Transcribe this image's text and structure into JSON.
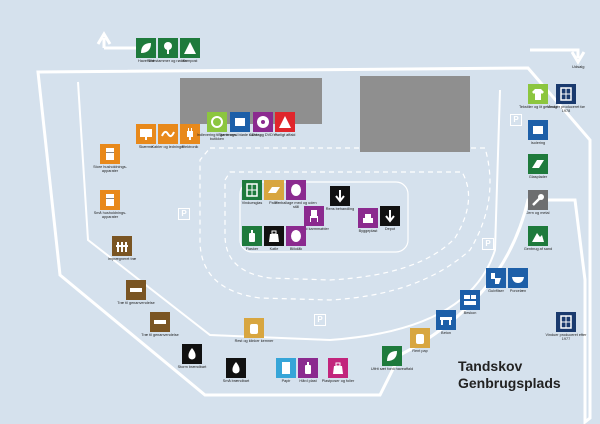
{
  "title_line1": "Tandskov",
  "title_line2": "Genbrugsplads",
  "directions": {
    "right": "Udsalg"
  },
  "parking_label": "P",
  "colors": {
    "background": "#d5e1ed",
    "road": "#ffffff",
    "building": "#8f8f8f",
    "green": "#1e7a3c",
    "orange": "#e8891b",
    "lime": "#8cc63f",
    "blue": "#1d5fa8",
    "purple": "#8b2a8f",
    "red": "#e0262c",
    "brown": "#7a5523",
    "gold": "#d8a640",
    "black": "#111111",
    "navy": "#1a3a6e",
    "grey": "#6d6e70",
    "lightblue": "#36a5d8",
    "magenta": "#c2257c",
    "teal": "#0e8a8a"
  },
  "stations": [
    {
      "label": "Haveffald",
      "color": "#1e7a3c",
      "icon": "leaf-icon"
    },
    {
      "label": "Træstammer og rødder",
      "color": "#1e7a3c",
      "icon": "tree-icon"
    },
    {
      "label": "Kompost",
      "color": "#1e7a3c",
      "icon": "warning-icon"
    },
    {
      "label": "Skærme",
      "color": "#e8891b",
      "icon": "screen-icon"
    },
    {
      "label": "Kabler og ledninger",
      "color": "#e8891b",
      "icon": "cable-icon"
    },
    {
      "label": "Elektronik",
      "color": "#e8891b",
      "icon": "plug-icon"
    },
    {
      "label": "Indlevering til genbrugs-butikken",
      "color": "#8cc63f",
      "icon": "recycle-icon"
    },
    {
      "label": "Større med bløde vandag",
      "color": "#1d5fa8",
      "icon": "box-icon"
    },
    {
      "label": "CD'er og DVD'er",
      "color": "#8b2a8f",
      "icon": "disc-icon"
    },
    {
      "label": "Farligt affald",
      "color": "#e0262c",
      "icon": "warning-icon"
    },
    {
      "label": "Store husholdnings-apparater",
      "color": "#e8891b",
      "icon": "fridge-icon"
    },
    {
      "label": "Små husholdnings-apparater",
      "color": "#e8891b",
      "icon": "fridge-icon"
    },
    {
      "label": "Imprægneret træ",
      "color": "#7a5523",
      "icon": "fence-icon"
    },
    {
      "label": "Træ til genanvendelse",
      "color": "#7a5523",
      "icon": "board-icon"
    },
    {
      "label": "Træ til genanvendelse",
      "color": "#7a5523",
      "icon": "board-icon"
    },
    {
      "label": "Vinduesglas",
      "color": "#1e7a3c",
      "icon": "window-icon"
    },
    {
      "label": "Paller",
      "color": "#d8a640",
      "icon": "pallet-icon"
    },
    {
      "label": "Emballage med og uden stål",
      "color": "#8b2a8f",
      "icon": "can-icon"
    },
    {
      "label": "Plast karmmøbler",
      "color": "#8b2a8f",
      "icon": "chair-icon"
    },
    {
      "label": "Flasker",
      "color": "#1e7a3c",
      "icon": "bottle-icon"
    },
    {
      "label": "Kølle",
      "color": "#111111",
      "icon": "bag-icon"
    },
    {
      "label": "Blikdåk",
      "color": "#8b2a8f",
      "icon": "can-icon"
    },
    {
      "label": "Rens behandling",
      "color": "#111111",
      "icon": "arrow-down-icon"
    },
    {
      "label": "Byggeplast",
      "color": "#8b2a8f",
      "icon": "block-icon"
    },
    {
      "label": "Depot",
      "color": "#111111",
      "icon": "arrow-down-icon"
    },
    {
      "label": "Storm brændbart",
      "color": "#111111",
      "icon": "flame-icon"
    },
    {
      "label": "Små brændbart",
      "color": "#111111",
      "icon": "flame-icon"
    },
    {
      "label": "Rest og klinker kemner",
      "color": "#d8a640",
      "icon": "sack-icon"
    },
    {
      "label": "Papir",
      "color": "#36a5d8",
      "icon": "paper-icon"
    },
    {
      "label": "Hård plast",
      "color": "#8b2a8f",
      "icon": "bottle-icon"
    },
    {
      "label": "Plastposer og folier",
      "color": "#c2257c",
      "icon": "bag-icon"
    },
    {
      "label": "Ulfrit sæt fordi haveaffald",
      "color": "#1e7a3c",
      "icon": "leaf-icon"
    },
    {
      "label": "Rent pap",
      "color": "#d8a640",
      "icon": "sack-icon"
    },
    {
      "label": "Beton",
      "color": "#1d5fa8",
      "icon": "bench-icon"
    },
    {
      "label": "Beskon",
      "color": "#1d5fa8",
      "icon": "brick-icon"
    },
    {
      "label": "Gulvfliser",
      "color": "#1d5fa8",
      "icon": "toilet-icon"
    },
    {
      "label": "Porcelæn",
      "color": "#1d5fa8",
      "icon": "bowl-icon"
    },
    {
      "label": "Genbrug af sand",
      "color": "#1e7a3c",
      "icon": "mountain-icon"
    },
    {
      "label": "Jern og metal",
      "color": "#6d6e70",
      "icon": "wrench-icon"
    },
    {
      "label": "Glasplader",
      "color": "#1e7a3c",
      "icon": "pane-icon"
    },
    {
      "label": "Isolering",
      "color": "#1d5fa8",
      "icon": "box-icon"
    },
    {
      "label": "Tekstiler og lit genbrug",
      "color": "#8cc63f",
      "icon": "shirt-icon"
    },
    {
      "label": "Vinduer produceret før 1978",
      "color": "#1a3a6e",
      "icon": "window-icon"
    },
    {
      "label": "Vinduer produceret efter 1977",
      "color": "#1a3a6e",
      "icon": "window-icon"
    }
  ]
}
